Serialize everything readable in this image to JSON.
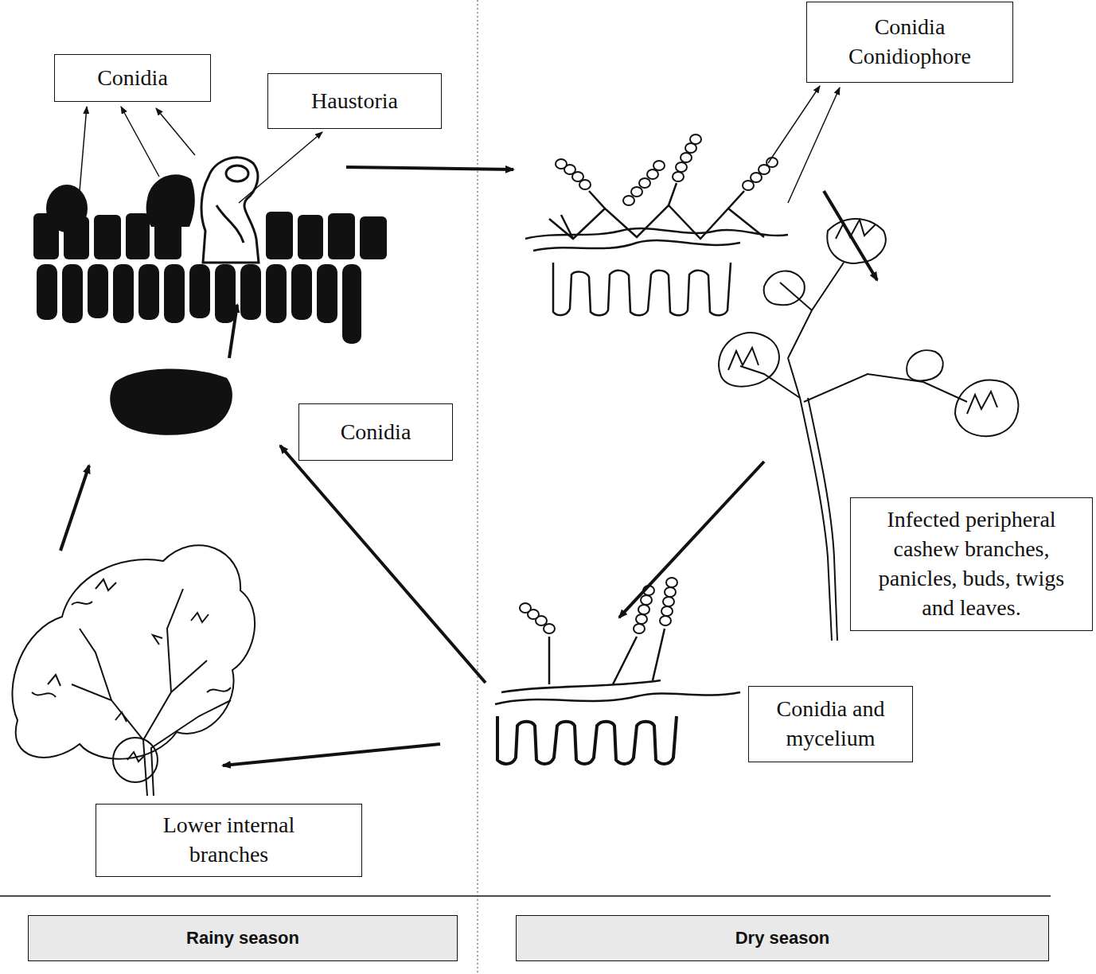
{
  "diagram": {
    "nodes": [
      {
        "text": [
          "Conidia"
        ]
      },
      {
        "text": [
          "Haustoria"
        ]
      },
      {
        "text": [
          "Conidia Conidiophore"
        ]
      },
      {
        "text": [
          "Conidia"
        ]
      },
      {
        "text": [
          "Infected peripheral cashew branches, panicles, buds, twigs and leaves."
        ]
      },
      {
        "text": [
          "Conidia and mycelium"
        ]
      },
      {
        "text": [
          "Lower internal branches"
        ]
      },
      {
        "text": [
          "Rainy season"
        ]
      },
      {
        "text": [
          "Dry season"
        ]
      }
    ]
  }
}
